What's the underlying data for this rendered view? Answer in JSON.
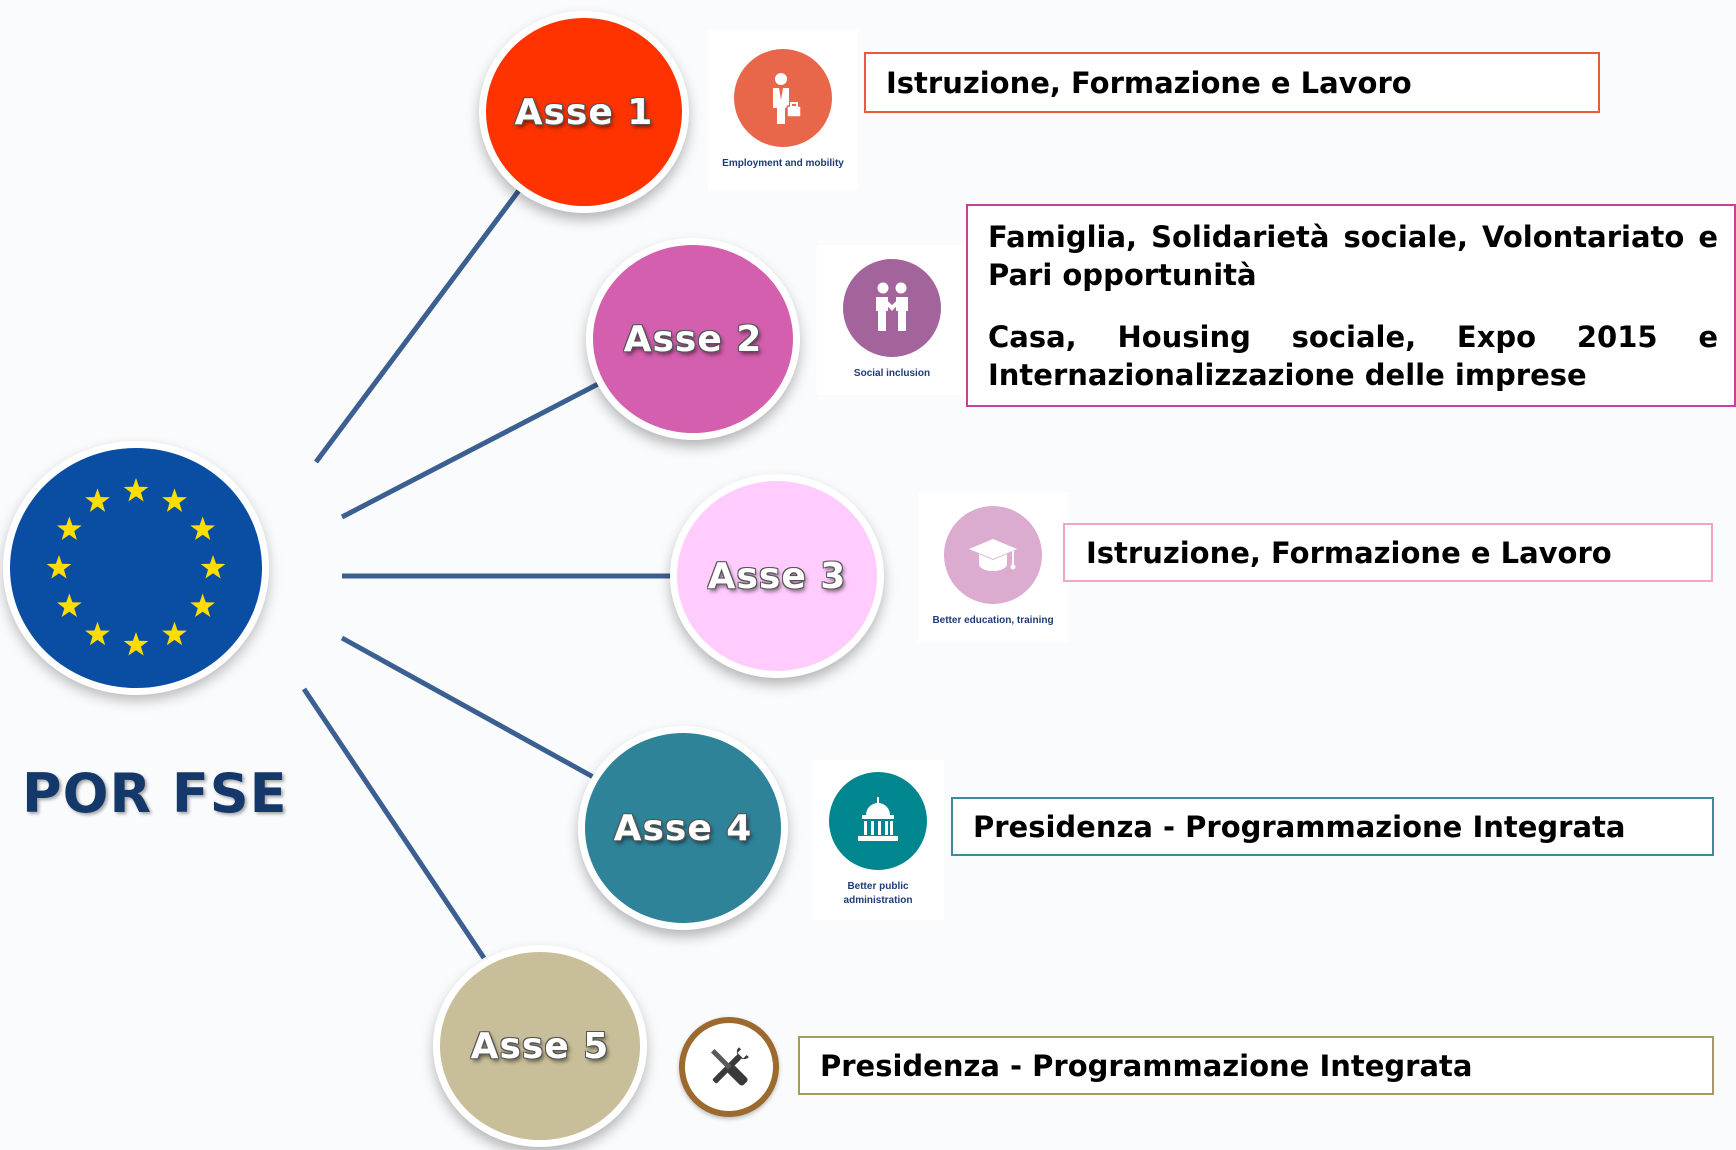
{
  "title": "POR FSE",
  "colors": {
    "flag_blue": "#0a4ea3",
    "star_yellow": "#ffdd00",
    "connector": "#3b5f91",
    "title": "#15386b"
  },
  "axes": [
    {
      "label": "Asse 1",
      "color": "#ff3300",
      "theme_icon": "briefcase-person-icon",
      "theme_icon_color": "#e8664a",
      "theme_caption": "Employment and mobility",
      "border_color": "#e85a3c",
      "paragraphs": [
        "Istruzione, Formazione e Lavoro"
      ]
    },
    {
      "label": "Asse 2",
      "color": "#d45fae",
      "theme_icon": "handshake-people-icon",
      "theme_icon_color": "#a3649c",
      "theme_caption": "Social inclusion",
      "border_color": "#cc3f99",
      "paragraphs": [
        "Famiglia, Solidarietà sociale, Volontariato e Pari opportunità",
        "Casa, Housing sociale, Expo 2015 e Internazionalizzazione delle imprese"
      ]
    },
    {
      "label": "Asse 3",
      "color": "#ffccfd",
      "theme_icon": "graduation-cap-icon",
      "theme_icon_color": "#dcacd0",
      "theme_caption": "Better education, training",
      "border_color": "#f3a3c9",
      "paragraphs": [
        "Istruzione, Formazione e Lavoro"
      ]
    },
    {
      "label": "Asse 4",
      "color": "#2f8399",
      "theme_icon": "public-building-icon",
      "theme_icon_color": "#00868e",
      "theme_caption": "Better public administration",
      "border_color": "#3c8b96",
      "paragraphs": [
        "Presidenza - Programmazione Integrata"
      ]
    },
    {
      "label": "Asse 5",
      "color": "#c8be99",
      "theme_icon": "wrench-screwdriver-icon",
      "theme_icon_color": "#9c6a2e",
      "theme_caption": "",
      "border_color": "#a89a5c",
      "paragraphs": [
        "Presidenza - Programmazione Integrata"
      ]
    }
  ]
}
